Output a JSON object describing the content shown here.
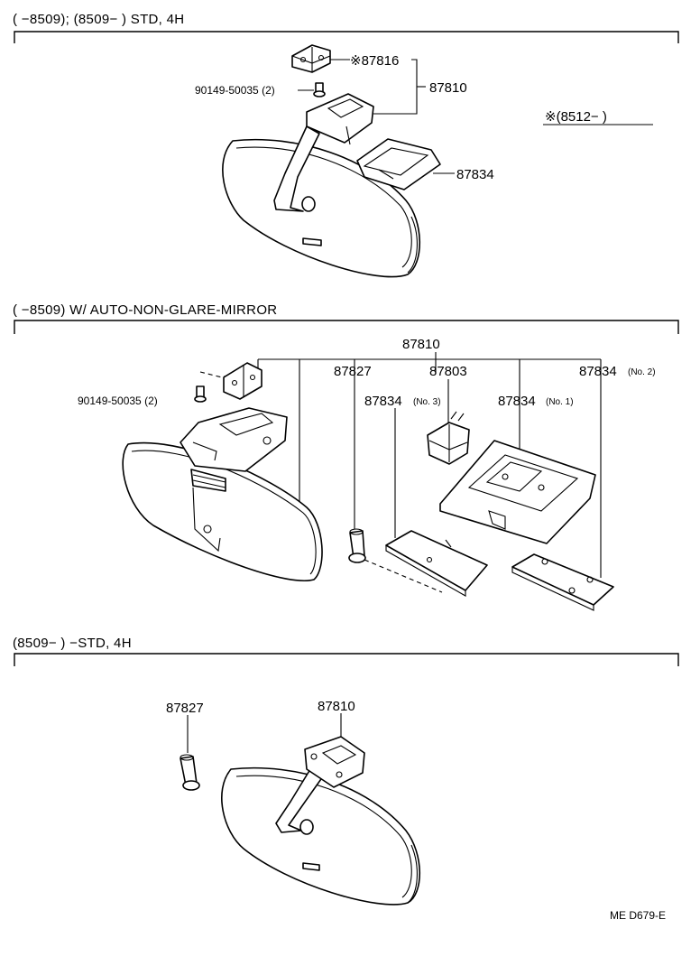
{
  "sections": [
    {
      "header": "(      −8509); (8509−         ) STD, 4H"
    },
    {
      "header": "(      −8509) W/ AUTO-NON-GLARE-MIRROR"
    },
    {
      "header": "(8509−        ) −STD, 4H"
    }
  ],
  "section1": {
    "label_87816": "※87816",
    "label_bolt": "90149-50035 (2)",
    "label_87810": "87810",
    "label_note": "※(8512−        )",
    "label_87834": "87834"
  },
  "section2": {
    "label_87810": "87810",
    "label_87827": "87827",
    "label_87803": "87803",
    "label_87834_no2": "87834",
    "suffix_no2": "(No. 2)",
    "label_bolt": "90149-50035 (2)",
    "label_87834_no3": "87834",
    "suffix_no3": "(No. 3)",
    "label_87834_no1": "87834",
    "suffix_no1": "(No. 1)"
  },
  "section3": {
    "label_87827": "87827",
    "label_87810": "87810"
  },
  "footer": {
    "code": "ME  D679-E"
  }
}
